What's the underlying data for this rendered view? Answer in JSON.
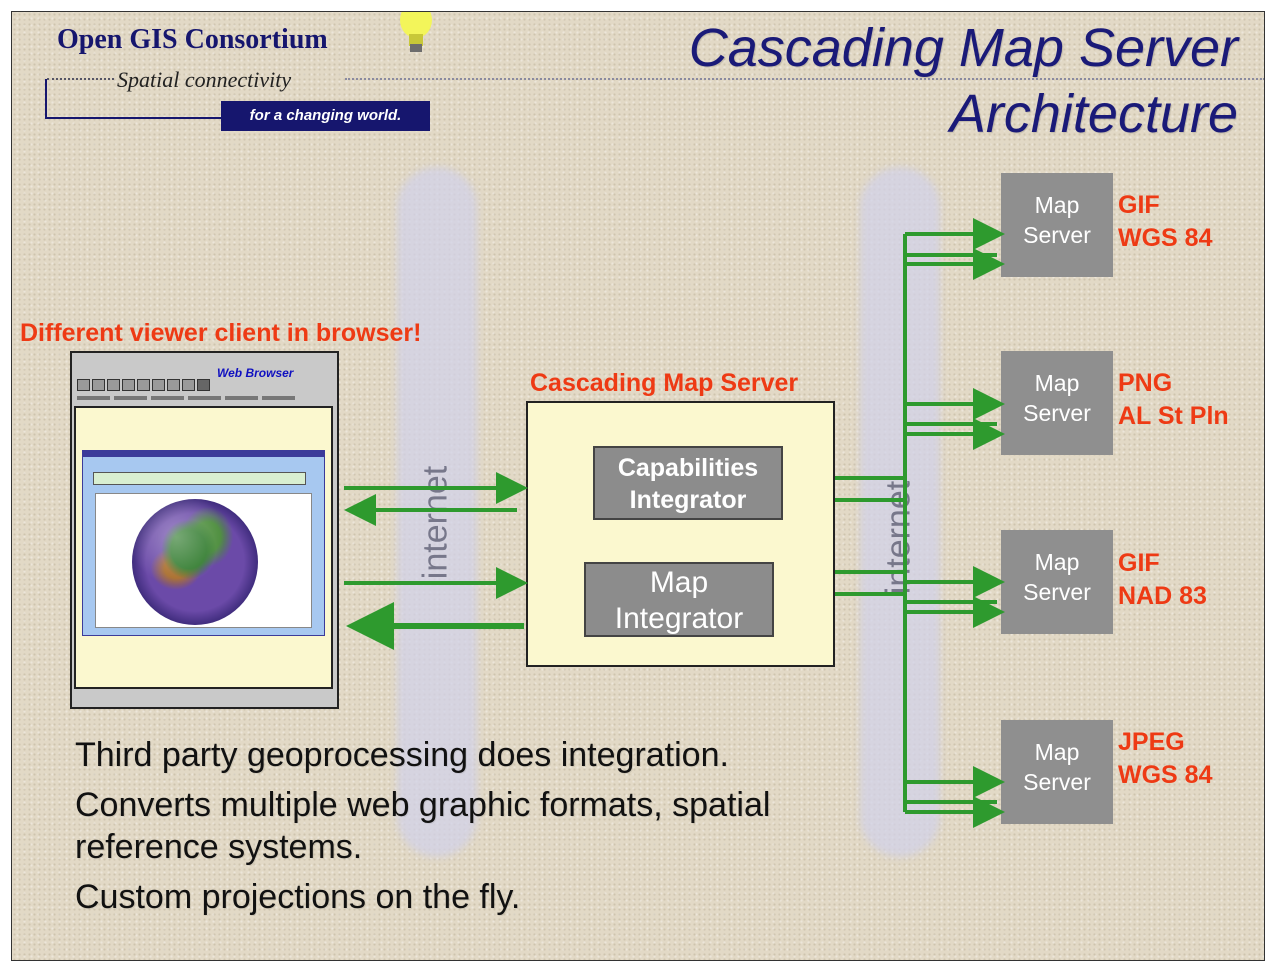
{
  "logo": {
    "org": "Open GIS Consortium",
    "tagline": "Spatial connectivity",
    "tag": "for a changing world."
  },
  "title": {
    "line1": "Cascading Map Server",
    "line2": "Architecture"
  },
  "client_label": "Different viewer client in browser!",
  "browser": {
    "title": "Web Browser"
  },
  "internet_label": "internet",
  "cms": {
    "label": "Cascading Map Server",
    "capabilities": [
      "Capabilities",
      "Integrator"
    ],
    "map_integrator": [
      "Map",
      "Integrator"
    ]
  },
  "servers": [
    {
      "name": [
        "Map",
        "Server"
      ],
      "format": "GIF",
      "srs": "WGS 84"
    },
    {
      "name": [
        "Map",
        "Server"
      ],
      "format": "PNG",
      "srs": "AL St Pln"
    },
    {
      "name": [
        "Map",
        "Server"
      ],
      "format": "GIF",
      "srs": "NAD 83"
    },
    {
      "name": [
        "Map",
        "Server"
      ],
      "format": "JPEG",
      "srs": "WGS 84"
    }
  ],
  "bullets": [
    "Third party geoprocessing does integration.",
    "Converts multiple web graphic formats, spatial reference systems.",
    "Custom projections on the fly."
  ],
  "colors": {
    "arrow": "#2e9a2e",
    "label_red": "#ee3a14",
    "title_blue": "#1a1a78"
  }
}
